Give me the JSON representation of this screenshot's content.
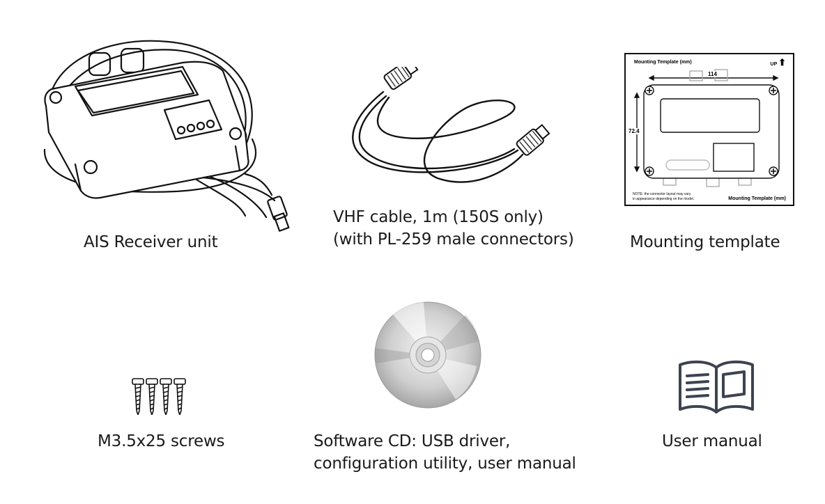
{
  "items": {
    "receiver": {
      "caption": "AIS Receiver unit"
    },
    "vhf_cable": {
      "caption_line1": "VHF cable, 1m (150S only)",
      "caption_line2": "(with PL-259 male connectors)"
    },
    "template": {
      "caption": "Mounting template",
      "header_title": "Mounting Template (mm)",
      "up_label": "UP",
      "width_dim": "114",
      "height_dim": "72.4",
      "note_line1": "NOTE: the connector layout may vary",
      "note_line2": "in appearance depending on the model.",
      "footer_title": "Mounting Template (mm)"
    },
    "screws": {
      "caption": "M3.5x25 screws"
    },
    "cd": {
      "caption_line1": "Software CD: USB driver,",
      "caption_line2": "configuration utility, user manual"
    },
    "manual": {
      "caption": "User manual"
    }
  },
  "colors": {
    "ink": "#1a1a1a",
    "manual_icon": "#3d4350",
    "cd_silver": "#c8c8c8"
  }
}
